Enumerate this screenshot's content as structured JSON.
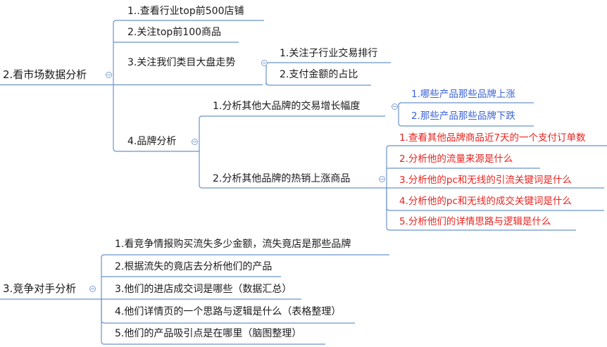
{
  "mindmap": {
    "market": {
      "label": "2.看市场数据分析",
      "children": [
        {
          "label": "1..查看行业top前500店铺"
        },
        {
          "label": "2.关注top前100商品"
        },
        {
          "label": "3.关注我们类目大盘走势",
          "children": [
            {
              "label": "1.关注子行业交易排行"
            },
            {
              "label": "2.支付金额的占比"
            }
          ]
        },
        {
          "label": "4.品牌分析",
          "children": [
            {
              "label": "1.分析其他大品牌的交易增长幅度",
              "children": [
                {
                  "label": "1.哪些产品那些品牌上涨"
                },
                {
                  "label": "2.那些产品那些品牌下跌"
                }
              ]
            },
            {
              "label": "2.分析其他品牌的热销上涨商品",
              "children": [
                {
                  "label": "1.查看其他品牌商品近7天的一个支付订单数"
                },
                {
                  "label": "2.分析他的流量来源是什么"
                },
                {
                  "label": "3.分析他的pc和无线的引流关键词是什么"
                },
                {
                  "label": "4.分析他的pc和无线的成交关键词是什么"
                },
                {
                  "label": "5.分析他们的详情思路与逻辑是什么"
                }
              ]
            }
          ]
        }
      ]
    },
    "competitor": {
      "label": "3.竞争对手分析",
      "children": [
        {
          "label": "1.看竞争情报购买流失多少金额，流失竟店是那些品牌"
        },
        {
          "label": "2.根据流失的竟店去分析他们的产品"
        },
        {
          "label": "3.他们的进店成交词是哪些（数据汇总）"
        },
        {
          "label": "4.他们详情页的一个思路与逻辑是什么（表格整理）"
        },
        {
          "label": "5.他们的产品吸引点是在哪里（脑图整理）"
        }
      ]
    }
  },
  "colors": {
    "line": "#5b86c5",
    "blue_text": "#3a63d6",
    "red_text": "#e8231f"
  }
}
